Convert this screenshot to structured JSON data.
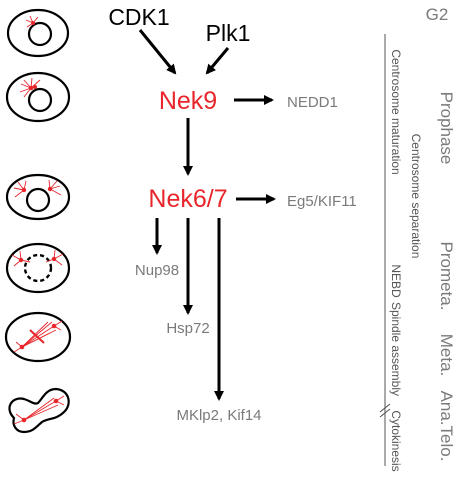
{
  "colors": {
    "red": "#e8262b",
    "black": "#000000",
    "gray": "#7a7a7a",
    "dark_gray": "#555555"
  },
  "kinases": {
    "cdk1": "CDK1",
    "plk1": "Plk1",
    "nek9": "Nek9",
    "nek67": "Nek6/7"
  },
  "targets": {
    "nedd1": "NEDD1",
    "eg5": "Eg5/KIF11",
    "nup98": "Nup98",
    "hsp72": "Hsp72",
    "mklp2": "MKlp2, Kif14"
  },
  "phases": {
    "g2": "G2",
    "prophase": "Prophase",
    "prometa": "Prometa.",
    "meta": "Meta.",
    "ana_telo": "Ana.Telo."
  },
  "events": {
    "centrosome_maturation": "Centrosome maturation",
    "centrosome_separation": "Centrosome separation",
    "nebd": "NEBD",
    "spindle_assembly": "Spindle assembly",
    "cytokinesis": "Cytokinesis"
  },
  "cell_stages": [
    "g2-cell",
    "prophase-cell",
    "centrosome-separation-cell",
    "prometaphase-cell",
    "metaphase-cell",
    "cytokinesis-cell"
  ]
}
